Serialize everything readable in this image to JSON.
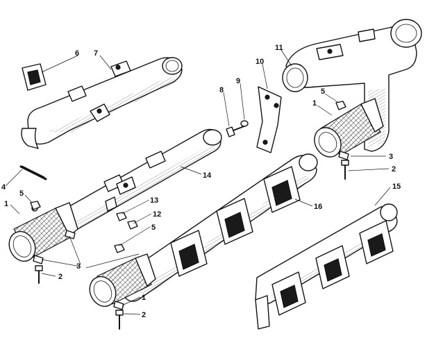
{
  "diagram": {
    "callouts": [
      {
        "id": "c6",
        "text": "6"
      },
      {
        "id": "c7",
        "text": "7"
      },
      {
        "id": "c11",
        "text": "11"
      },
      {
        "id": "c10",
        "text": "10"
      },
      {
        "id": "c9",
        "text": "9"
      },
      {
        "id": "c8",
        "text": "8"
      },
      {
        "id": "c5a",
        "text": "5"
      },
      {
        "id": "c1a",
        "text": "1"
      },
      {
        "id": "c3a",
        "text": "3"
      },
      {
        "id": "c2a",
        "text": "2"
      },
      {
        "id": "c14",
        "text": "14"
      },
      {
        "id": "c4",
        "text": "4"
      },
      {
        "id": "c5b",
        "text": "5"
      },
      {
        "id": "c1b",
        "text": "1"
      },
      {
        "id": "c13",
        "text": "13"
      },
      {
        "id": "c12",
        "text": "12"
      },
      {
        "id": "c5c",
        "text": "5"
      },
      {
        "id": "c16",
        "text": "16"
      },
      {
        "id": "c15",
        "text": "15"
      },
      {
        "id": "c3b",
        "text": "3"
      },
      {
        "id": "c2b",
        "text": "2"
      },
      {
        "id": "c1c",
        "text": "1"
      },
      {
        "id": "c2c",
        "text": "2"
      }
    ]
  }
}
